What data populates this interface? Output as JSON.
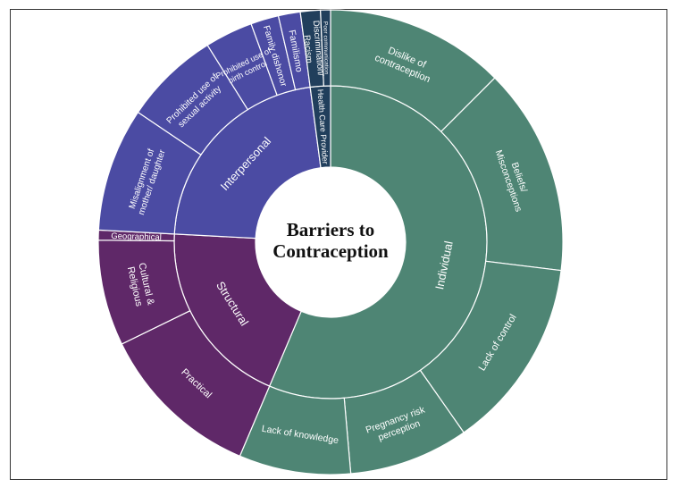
{
  "center": {
    "line1": "Barriers to",
    "line2": "Contraception"
  },
  "colors": {
    "individual": "#4e8574",
    "interpersonal": "#4b4ba3",
    "structural": "#5f2868",
    "health_care_provider": "#213f5c"
  },
  "chart_data": {
    "type": "sunburst",
    "title": "Barriers to Contraception",
    "categories": [
      {
        "name": "Individual",
        "color": "#4e8574",
        "children": [
          {
            "name": "Dislike of contraception",
            "lines": [
              "Dislike of",
              "contraception"
            ]
          },
          {
            "name": "Beliefs/ Misconceptions",
            "lines": [
              "Beliefs/",
              "Misconceptions"
            ]
          },
          {
            "name": "Lack of control",
            "lines": [
              "Lack of control"
            ]
          },
          {
            "name": "Pregnancy risk perception",
            "lines": [
              "Pregnancy risk",
              "perception"
            ]
          },
          {
            "name": "Lack of knowledge",
            "lines": [
              "Lack of knowledge"
            ]
          }
        ]
      },
      {
        "name": "Structural",
        "color": "#5f2868",
        "children": [
          {
            "name": "Practical",
            "lines": [
              "Practical"
            ]
          },
          {
            "name": "Cultural & Religious",
            "lines": [
              "Cultural &",
              "Religious"
            ]
          },
          {
            "name": "Geographical",
            "lines": [
              "Geographical"
            ]
          }
        ]
      },
      {
        "name": "Interpersonal",
        "color": "#4b4ba3",
        "children": [
          {
            "name": "Misalignment of mother/ daughter",
            "lines": [
              "Misalignment of",
              "mother/ daughter"
            ]
          },
          {
            "name": "Prohibited use of sexual activity",
            "lines": [
              "Prohibited use of",
              "sexual activity"
            ]
          },
          {
            "name": "Prohibited use of birth control",
            "lines": [
              "Prohibited use of",
              "birth control"
            ]
          },
          {
            "name": "Family dishonor",
            "lines": [
              "Family dishonor"
            ]
          },
          {
            "name": "Familismo",
            "lines": [
              "Familismo"
            ]
          }
        ]
      },
      {
        "name": "Health Care Provider",
        "color": "#213f5c",
        "children": [
          {
            "name": "Discrimination/ Racism",
            "lines": [
              "Discrimination/",
              "Racism"
            ]
          },
          {
            "name": "Poor communication",
            "lines": [
              "Poor communication"
            ]
          }
        ]
      }
    ]
  }
}
